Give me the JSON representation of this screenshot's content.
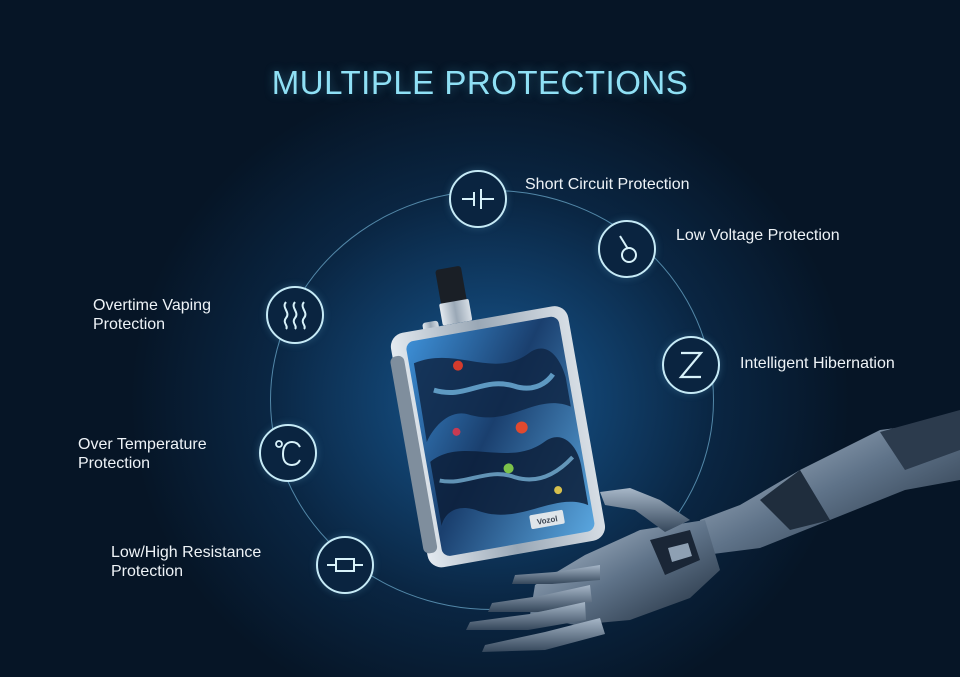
{
  "title": "MULTIPLE PROTECTIONS",
  "features": [
    {
      "id": "short-circuit",
      "icon": "circuit-icon",
      "lines": [
        "Short Circuit Protection"
      ]
    },
    {
      "id": "low-voltage",
      "icon": "voltage-icon",
      "lines": [
        "Low Voltage Protection"
      ]
    },
    {
      "id": "hibernation",
      "icon": "sleep-z-icon",
      "lines": [
        "Intelligent Hibernation"
      ]
    },
    {
      "id": "overtime-vaping",
      "icon": "steam-icon",
      "lines": [
        "Overtime Vaping",
        "Protection"
      ]
    },
    {
      "id": "over-temperature",
      "icon": "celsius-icon",
      "lines": [
        "Over Temperature",
        "Protection"
      ]
    },
    {
      "id": "resistance",
      "icon": "resistor-icon",
      "lines": [
        "Low/High Resistance",
        "Protection"
      ]
    }
  ],
  "device": {
    "brand": "Vozol"
  },
  "colors": {
    "title": "#8fe0f5",
    "ring": "#82c8eb",
    "icon_stroke": "#c6eaf6",
    "label": "#eef3f7"
  }
}
